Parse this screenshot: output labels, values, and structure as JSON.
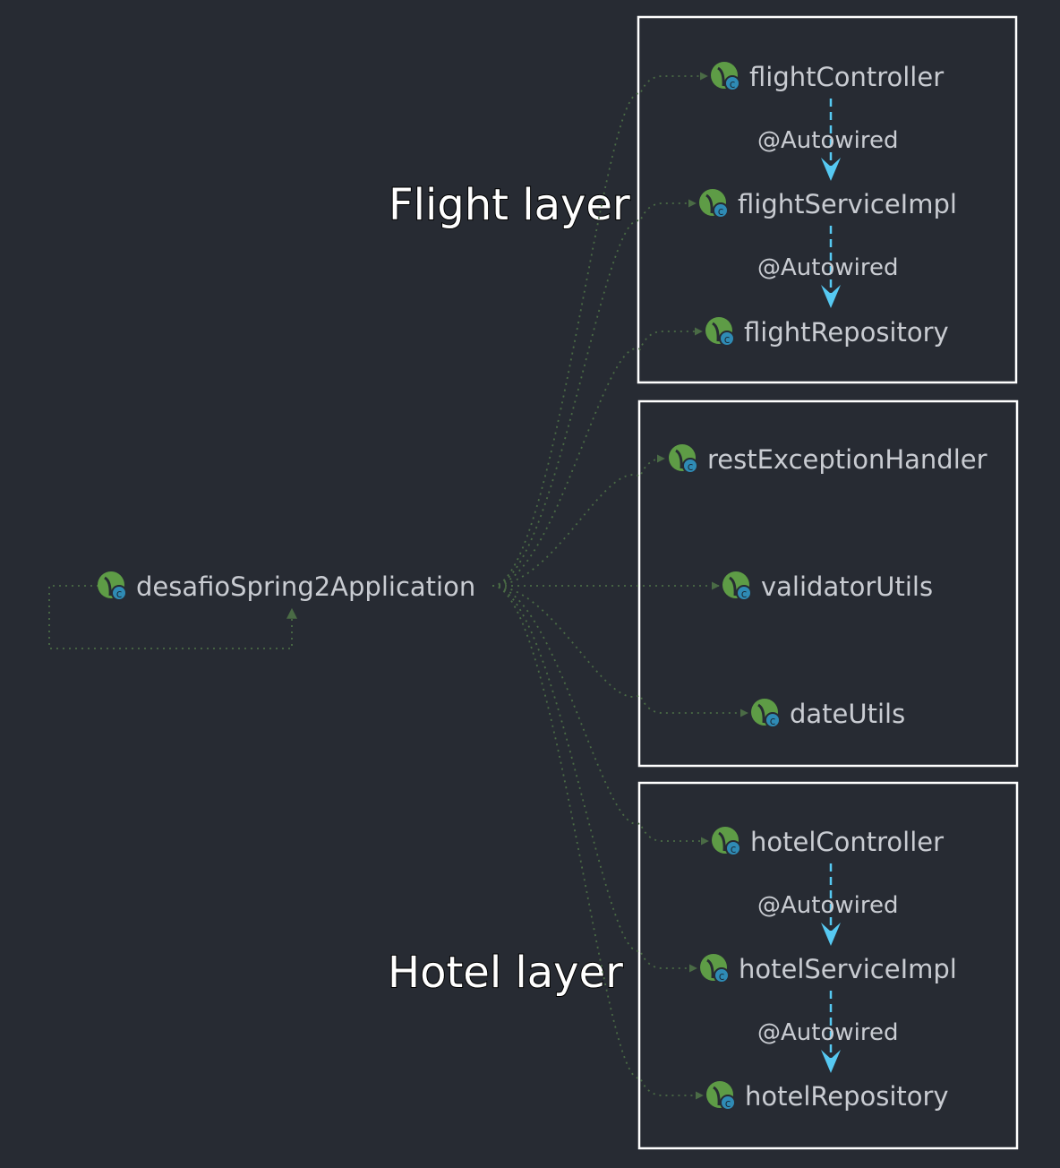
{
  "root": {
    "label": "desafioSpring2Application",
    "icon": "spring-bean-icon"
  },
  "groups": [
    {
      "id": "flight",
      "layer_label": "Flight layer",
      "beans": [
        {
          "label": "flightController",
          "icon": "spring-bean-icon"
        },
        {
          "label": "flightServiceImpl",
          "icon": "spring-bean-icon"
        },
        {
          "label": "flightRepository",
          "icon": "spring-bean-icon"
        }
      ],
      "autowired": [
        "@Autowired",
        "@Autowired"
      ]
    },
    {
      "id": "common",
      "layer_label": "",
      "beans": [
        {
          "label": "restExceptionHandler",
          "icon": "spring-bean-icon"
        },
        {
          "label": "validatorUtils",
          "icon": "spring-bean-icon"
        },
        {
          "label": "dateUtils",
          "icon": "spring-bean-icon"
        }
      ],
      "autowired": []
    },
    {
      "id": "hotel",
      "layer_label": "Hotel layer",
      "beans": [
        {
          "label": "hotelController",
          "icon": "spring-bean-icon"
        },
        {
          "label": "hotelServiceImpl",
          "icon": "spring-bean-icon"
        },
        {
          "label": "hotelRepository",
          "icon": "spring-bean-icon"
        }
      ],
      "autowired": [
        "@Autowired",
        "@Autowired"
      ]
    }
  ],
  "colors": {
    "background": "#272b33",
    "bean_leaf": "#5e9c46",
    "class_badge": "#2f8bb5",
    "autowired_arrow": "#56c9f2",
    "dependency_edge": "#4a6b45",
    "group_border": "#ffffff"
  }
}
